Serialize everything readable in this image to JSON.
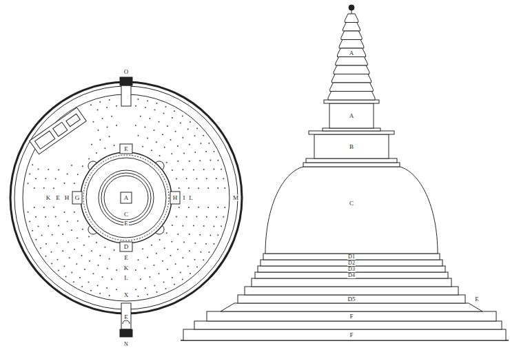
{
  "diagram": {
    "labels": [
      "O",
      "E",
      "K",
      "E",
      "H",
      "G",
      "A",
      "H",
      "I",
      "L",
      "M",
      "C",
      "E",
      "D",
      "E",
      "K",
      "L",
      "X",
      "E",
      "N",
      "A",
      "A",
      "B",
      "C",
      "D1",
      "D2",
      "D3",
      "D4",
      "D5",
      "E",
      "F",
      "F"
    ]
  }
}
